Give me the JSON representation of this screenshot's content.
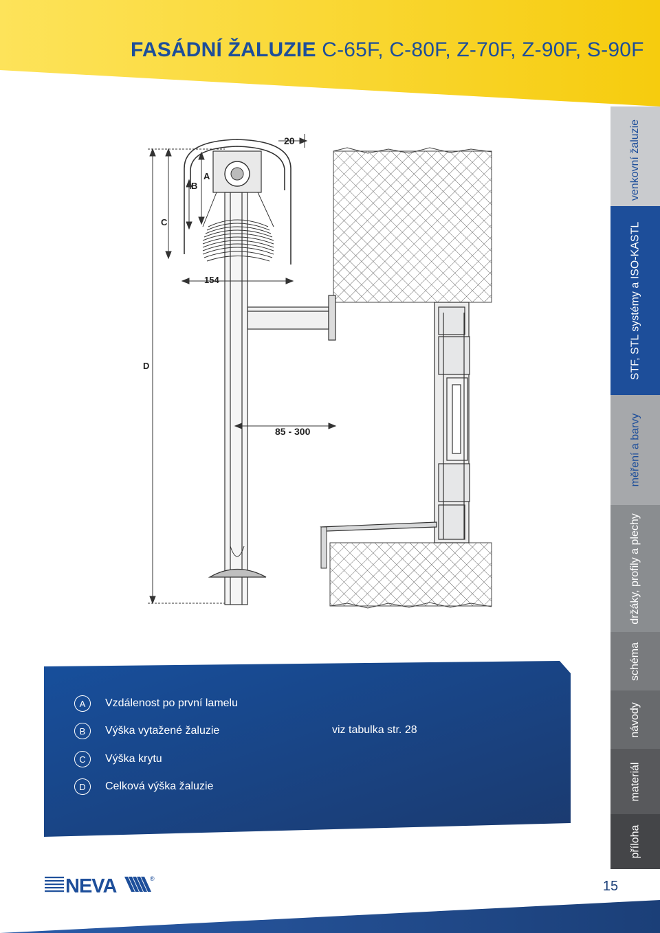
{
  "header": {
    "title_bold": "FASÁDNÍ ŽALUZIE",
    "title_models": "C-65F, C-80F, Z-70F, Z-90F, S-90F"
  },
  "drawing": {
    "dim_20": "20",
    "label_a": "A",
    "label_b": "B",
    "label_c": "C",
    "label_d": "D",
    "dim_154": "154",
    "dim_85_300": "85 - 300"
  },
  "sidebar": {
    "tabs": [
      {
        "label": "venkovní žaluzie",
        "color": "#c9cbce",
        "text_color": "#1d4e9a"
      },
      {
        "label": "STF, STL  systémy a ISO-KASTL",
        "color": "#1d4e9a",
        "text_color": "#ffffff"
      },
      {
        "label": "měření a barvy",
        "color": "#a6a8ab",
        "text_color": "#1d4e9a"
      },
      {
        "label": "držáky, profily a plechy",
        "color": "#8a8d90",
        "text_color": "#ffffff"
      },
      {
        "label": "schéma",
        "color": "#797b7e",
        "text_color": "#ffffff"
      },
      {
        "label": "návody",
        "color": "#686a6d",
        "text_color": "#ffffff"
      },
      {
        "label": "materiál",
        "color": "#58595c",
        "text_color": "#ffffff"
      },
      {
        "label": "příloha",
        "color": "#444548",
        "text_color": "#ffffff"
      }
    ]
  },
  "legend": {
    "items": [
      {
        "key": "A",
        "text": "Vzdálenost po první lamelu"
      },
      {
        "key": "B",
        "text": "Výška vytažené žaluzie"
      },
      {
        "key": "C",
        "text": "Výška krytu"
      },
      {
        "key": "D",
        "text": "Celková výška žaluzie"
      }
    ],
    "note": "viz tabulka str. 28"
  },
  "footer": {
    "logo_text": "NEVA",
    "logo_mark": "®",
    "page_number": "15"
  },
  "colors": {
    "brand_blue": "#1d4e9a",
    "dark_blue": "#1b3f78",
    "yellow": "#f7d117"
  }
}
